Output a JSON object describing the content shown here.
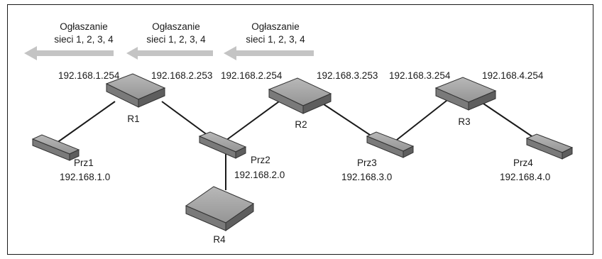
{
  "advertisements": [
    {
      "line1": "Ogłaszanie",
      "line2": "sieci 1, 2, 3, 4"
    },
    {
      "line1": "Ogłaszanie",
      "line2": "sieci 1, 2, 3, 4"
    },
    {
      "line1": "Ogłaszanie",
      "line2": "sieci 1, 2, 3, 4"
    }
  ],
  "interfaces": {
    "r1_left": "192.168.1.254",
    "r1_right": "192.168.2.253",
    "r2_left": "192.168.2.254",
    "r2_right": "192.168.3.253",
    "r3_left": "192.168.3.254",
    "r3_right": "192.168.4.254"
  },
  "routers": {
    "r1": "R1",
    "r2": "R2",
    "r3": "R3",
    "r4": "R4"
  },
  "switches": {
    "prz1": {
      "name": "Prz1",
      "network": "192.168.1.0"
    },
    "prz2": {
      "name": "Prz2",
      "network": "192.168.2.0"
    },
    "prz3": {
      "name": "Prz3",
      "network": "192.168.3.0"
    },
    "prz4": {
      "name": "Prz4",
      "network": "192.168.4.0"
    }
  },
  "colors": {
    "device_top": "#a9a9a9",
    "device_front": "#7a7a7a",
    "device_side": "#5e5e5e",
    "arrow": "#c4c4c4",
    "link": "#1a1a1a"
  }
}
